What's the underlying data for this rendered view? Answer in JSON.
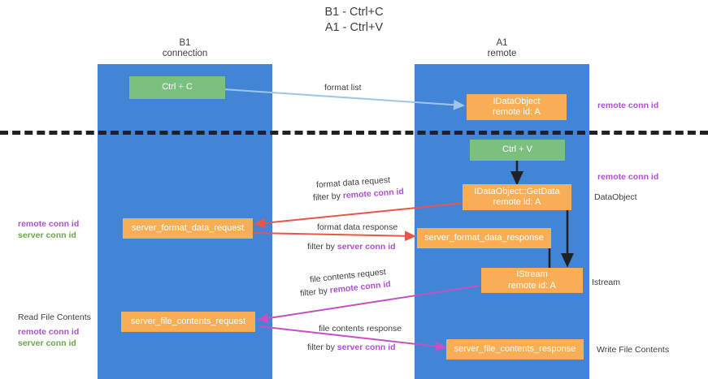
{
  "title": {
    "line1": "B1 - Ctrl+C",
    "line2": "A1 - Ctrl+V"
  },
  "columns": [
    {
      "name": "B1",
      "role": "connection"
    },
    {
      "name": "A1",
      "role": "remote"
    }
  ],
  "nodes": [
    {
      "id": "ctrl-c",
      "l1": "Ctrl + C",
      "l2": "",
      "color": "green"
    },
    {
      "id": "idataobject",
      "l1": "IDataObject",
      "l2": "remote id: A",
      "color": "orange"
    },
    {
      "id": "ctrl-v",
      "l1": "Ctrl + V",
      "l2": "",
      "color": "green"
    },
    {
      "id": "idataobject-getdata",
      "l1": "IDataObject::GetData",
      "l2": "remote id: A",
      "color": "orange"
    },
    {
      "id": "server-format-request",
      "l1": "server_format_data_request",
      "l2": "",
      "color": "orange"
    },
    {
      "id": "server-format-response",
      "l1": "server_format_data_response",
      "l2": "",
      "color": "orange"
    },
    {
      "id": "istream",
      "l1": "IStream",
      "l2": "remote id: A",
      "color": "orange"
    },
    {
      "id": "server-file-request",
      "l1": "server_file_contents_request",
      "l2": "",
      "color": "orange"
    },
    {
      "id": "server-file-response",
      "l1": "server_file_contents_response",
      "l2": "",
      "color": "orange"
    }
  ],
  "edge_labels": {
    "format_list": "format list",
    "format_data_request": "format data request",
    "format_data_response": "format data response",
    "file_contents_request": "file contents request",
    "file_contents_response": "file contents response",
    "filter_by": "filter by",
    "remote_conn_id": "remote conn id",
    "server_conn_id": "server conn id"
  },
  "side_labels": {
    "right_top_conn": "remote conn id",
    "right_mid_conn": "remote conn id",
    "dataobject": "DataObject",
    "istream": "Istream",
    "write_file_contents": "Write File Contents",
    "left_remote_conn_id": "remote conn id",
    "left_server_conn_id": "server conn id",
    "read_file_contents": "Read File Contents",
    "left2_remote_conn_id": "remote conn id",
    "left2_server_conn_id": "server conn id"
  },
  "colors": {
    "band": "#4285d6",
    "green_box": "#7bc07f",
    "orange_box": "#f9ad54",
    "purple": "#b24fd0",
    "green_text": "#6aa84f",
    "red_arrow": "#e8564a",
    "magenta_arrow": "#c451c4",
    "blue_arrow": "#9fc5e8",
    "black_arrow": "#202124",
    "divider": "#202124"
  }
}
